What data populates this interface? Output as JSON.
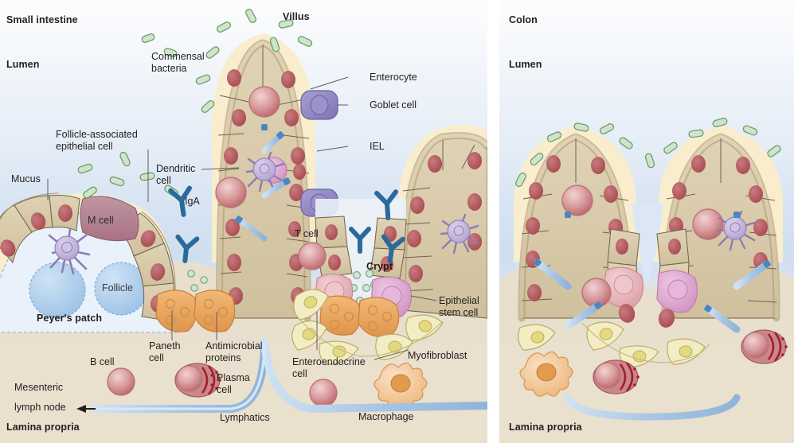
{
  "figure": {
    "type": "biological-diagram",
    "subject": "Intestinal mucosal immune system: small intestine versus colon",
    "panels": [
      "Small intestine",
      "Colon"
    ]
  },
  "palette": {
    "lumen_top": "#fbfcfd",
    "lumen_bottom": "#cfdef0",
    "lamina_propria": "#e9dfcd",
    "mucus": "#f8eccb",
    "epithelium_fill": "#d9cbab",
    "epithelium_stroke": "#8a7a5c",
    "nucleus_red": "#b4565c",
    "goblet_purple": "#8d85c0",
    "m_cell_mauve": "#b3808f",
    "paneth_orange": "#e9a65c",
    "follicle_blue": "#a9c9e8",
    "lymphatic_blue": "#a8c6e4",
    "bacteria_green": "#7fb07f",
    "iga_blue": "#2d6fa0",
    "dendritic_lavender": "#bdaed6",
    "stem_cell_pink": "#d9a3c8",
    "myofibroblast_yellow": "#f0eac0",
    "plasma_red": "#b02027",
    "macrophage_orange": "#e8a55f",
    "text": "#231f20",
    "leader": "#5d5d5d"
  },
  "small_intestine": {
    "title": "Small intestine",
    "lumen_label": "Lumen",
    "lamina_propria_label": "Lamina propria",
    "villus_label": "Villus",
    "crypt_label": "Crypt",
    "peyers_patch_label": "Peyer's patch",
    "follicle_label": "Follicle",
    "m_cell_label": "M cell",
    "labels": [
      {
        "id": "commensal-bacteria",
        "text": "Commensal\nbacteria"
      },
      {
        "id": "follicle-associated-epithelial-cell",
        "text": "Follicle-associated\nepithelial cell"
      },
      {
        "id": "mucus",
        "text": "Mucus"
      },
      {
        "id": "dendritic-cell",
        "text": "Dendritic\ncell"
      },
      {
        "id": "iga",
        "text": "IgA"
      },
      {
        "id": "enterocyte",
        "text": "Enterocyte"
      },
      {
        "id": "goblet-cell",
        "text": "Goblet cell"
      },
      {
        "id": "iel",
        "text": "IEL"
      },
      {
        "id": "t-cell",
        "text": "T cell"
      },
      {
        "id": "b-cell",
        "text": "B cell"
      },
      {
        "id": "plasma-cell",
        "text": "Plasma\ncell"
      },
      {
        "id": "paneth-cell",
        "text": "Paneth\ncell"
      },
      {
        "id": "antimicrobial-proteins",
        "text": "Antimicrobial\nproteins"
      },
      {
        "id": "enteroendocrine-cell",
        "text": "Enteroendocrine\ncell"
      },
      {
        "id": "epithelial-stem-cell",
        "text": "Epithelial\nstem cell"
      },
      {
        "id": "myofibroblast",
        "text": "Myofibroblast"
      },
      {
        "id": "macrophage",
        "text": "Macrophage"
      },
      {
        "id": "mesenteric-lymph-node",
        "text": "Mesenteric\nlymph node"
      },
      {
        "id": "lymphatics",
        "text": "Lymphatics"
      }
    ]
  },
  "colon": {
    "title": "Colon",
    "lumen_label": "Lumen",
    "lamina_propria_label": "Lamina propria"
  },
  "text": {
    "small_intestine": "Small intestine",
    "lumen": "Lumen",
    "lamina_propria": "Lamina propria",
    "villus": "Villus",
    "crypt": "Crypt",
    "peyers_patch": "Peyer's patch",
    "follicle": "Follicle",
    "m_cell": "M cell",
    "commensal_bacteria_l1": "Commensal",
    "commensal_bacteria_l2": "bacteria",
    "fae_l1": "Follicle-associated",
    "fae_l2": "epithelial cell",
    "mucus": "Mucus",
    "dendritic_l1": "Dendritic",
    "dendritic_l2": "cell",
    "iga": "IgA",
    "enterocyte": "Enterocyte",
    "goblet_cell": "Goblet cell",
    "iel": "IEL",
    "t_cell": "T cell",
    "b_cell": "B cell",
    "plasma_l1": "Plasma",
    "plasma_l2": "cell",
    "paneth_l1": "Paneth",
    "paneth_l2": "cell",
    "antimicrobial_l1": "Antimicrobial",
    "antimicrobial_l2": "proteins",
    "enteroendocrine_l1": "Enteroendocrine",
    "enteroendocrine_l2": "cell",
    "stemcell_l1": "Epithelial",
    "stemcell_l2": "stem cell",
    "myofibroblast": "Myofibroblast",
    "macrophage": "Macrophage",
    "mln_l1": "Mesenteric",
    "mln_l2": "lymph node",
    "lymphatics": "Lymphatics",
    "colon": "Colon",
    "colon_lumen": "Lumen",
    "colon_lamina_propria": "Lamina propria"
  }
}
